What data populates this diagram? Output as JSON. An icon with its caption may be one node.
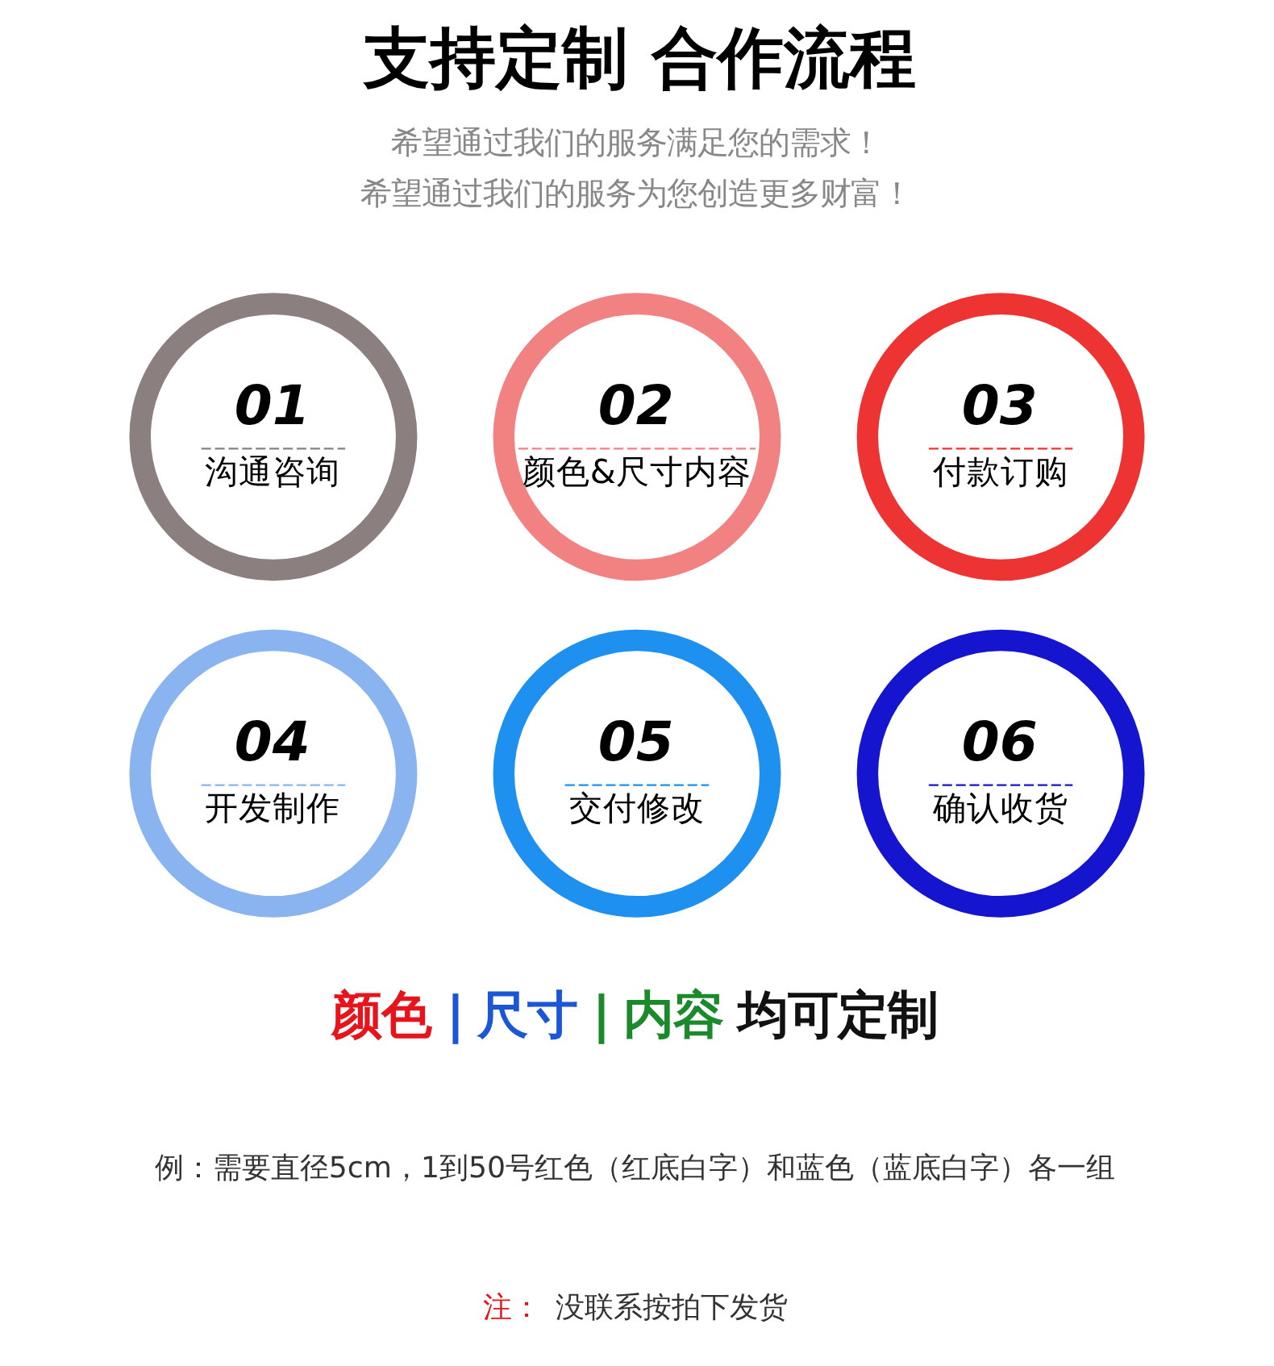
{
  "diagram": {
    "title": "支持定制 合作流程",
    "nodes": [
      {
        "text": [
          "01",
          "沟通咨询"
        ]
      },
      {
        "text": [
          "02",
          "颜色&尺寸内容"
        ]
      },
      {
        "text": [
          "03",
          "付款订购"
        ]
      },
      {
        "text": [
          "04",
          "开发制作"
        ]
      },
      {
        "text": [
          "05",
          "交付修改"
        ]
      },
      {
        "text": [
          "06",
          "确认收货"
        ]
      }
    ],
    "edges": [],
    "labels": [
      "希望通过我们的服务满足您的需求！",
      "希望通过我们的服务为您创造更多财富！",
      "颜色",
      "|",
      "尺寸",
      "|",
      "内容",
      "均可定制",
      "例：需要直径5cm，1到50号红色（红底白字）和蓝色（蓝底白字）各一组",
      "注：",
      "没联系按拍下发货"
    ]
  }
}
